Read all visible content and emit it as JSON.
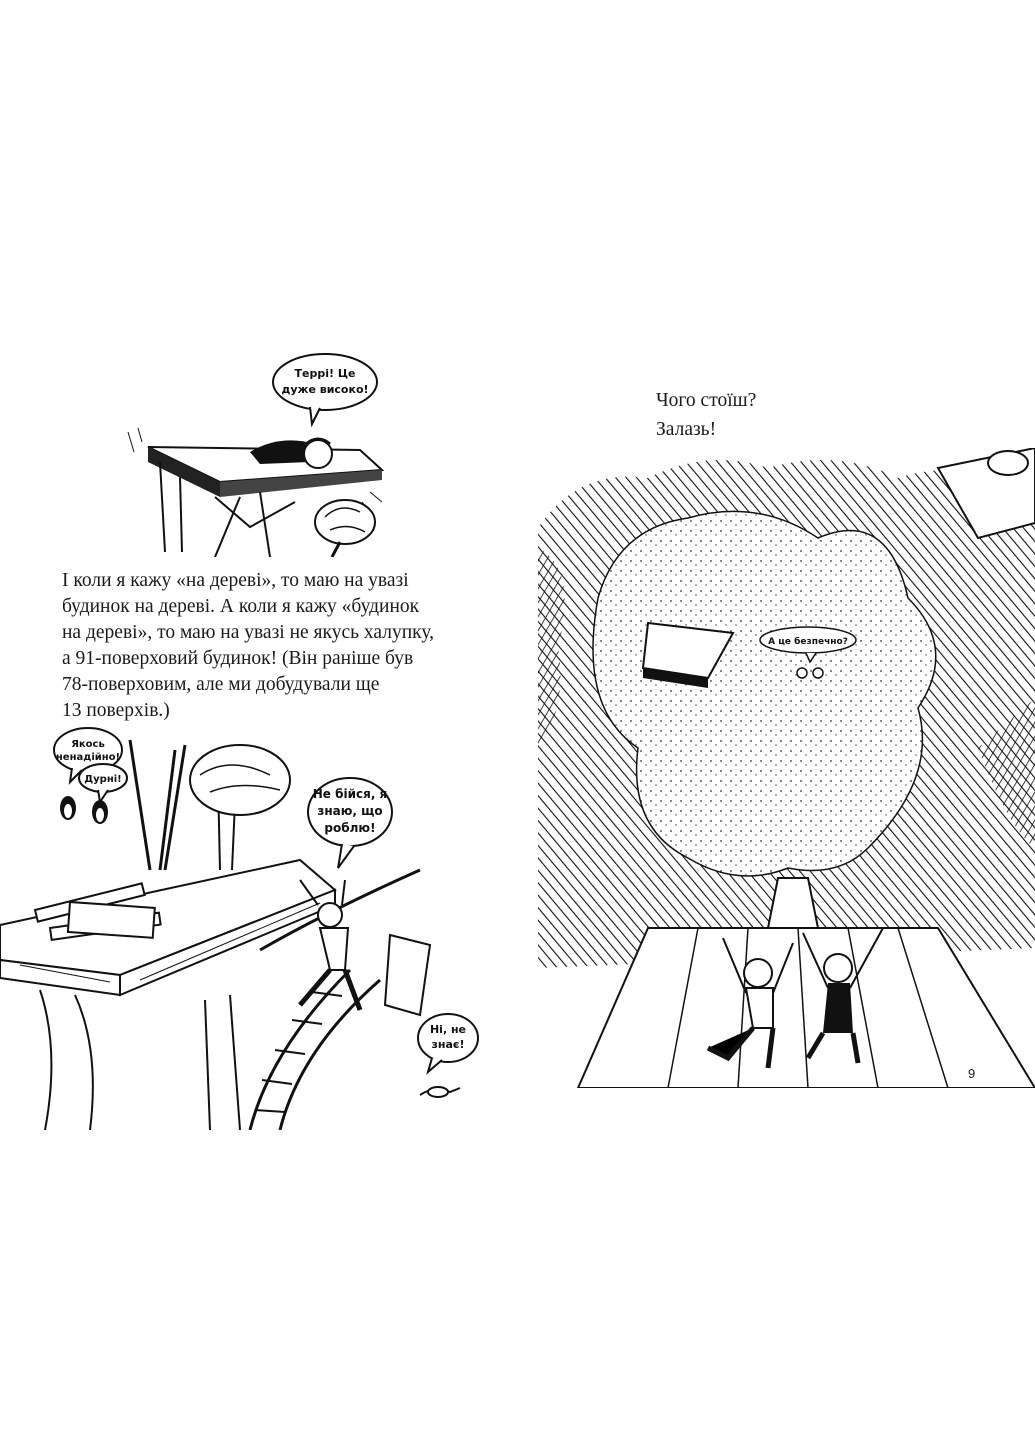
{
  "left_page": {
    "top_bubble": {
      "line1": "Террі! Це",
      "line2": "дуже високо!"
    },
    "paragraph": [
      "І коли я кажу «на дереві», то маю на увазі",
      "будинок на дереві. А коли я кажу «будинок",
      "на дереві», то маю на увазі не якусь халупку,",
      "а 91-поверховий будинок! (Він раніше був",
      "78-поверховим, але ми добудували ще",
      "13 поверхів.)"
    ],
    "bubble_hope": {
      "line1": "Якось",
      "line2": "ненадійно!"
    },
    "bubble_fools": {
      "line1": "Дурні!"
    },
    "bubble_dont_fear": {
      "line1": "Не бійся, я",
      "line2": "знаю, що",
      "line3": "роблю!"
    },
    "bubble_no": {
      "line1": "Ні, не",
      "line2": "знає!"
    }
  },
  "right_page": {
    "text": [
      "Чого стоїш?",
      "Залазь!"
    ],
    "bubble_safe": {
      "line1": "А це безпечно?"
    },
    "page_number": "9"
  }
}
